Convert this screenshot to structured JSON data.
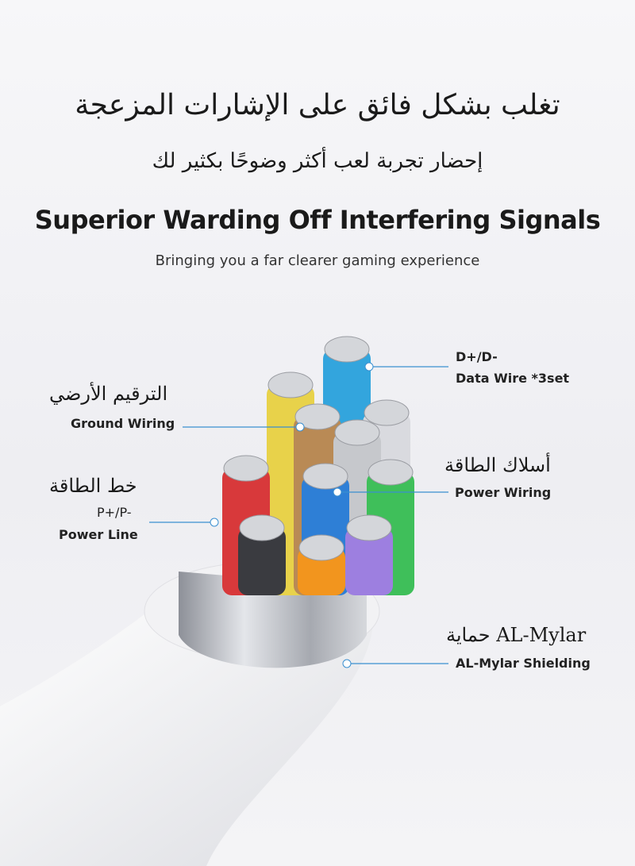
{
  "header": {
    "arabic_title": "تغلب بشكل فائق على الإشارات المزعجة",
    "arabic_subtitle": "إحضار تجربة لعب أكثر وضوحًا بكثير لك",
    "title": "Superior Warding Off Interfering Signals",
    "subtitle": "Bringing you a far clearer gaming experience"
  },
  "callouts": {
    "data_wire": {
      "line1": "D+/D-",
      "line2": "Data Wire *3set"
    },
    "ground": {
      "arabic": "الترقيم الأرضي",
      "english": "Ground Wiring"
    },
    "power_wiring": {
      "arabic": "أسلاك الطاقة",
      "english": "Power Wiring"
    },
    "power_line": {
      "arabic": "خط الطاقة",
      "line1": "P+/P-",
      "line2": "Power Line"
    },
    "shielding": {
      "arabic": "AL-Mylar حماية",
      "english": "AL-Mylar Shielding"
    }
  },
  "colors": {
    "line": "#3a8fd0",
    "blue": "#2e7fd6",
    "cyan": "#33a5dd",
    "red": "#d8393b",
    "yellow": "#e8d24a",
    "green": "#3fbf5a",
    "orange": "#f2951e",
    "purple": "#9d7fe0"
  }
}
